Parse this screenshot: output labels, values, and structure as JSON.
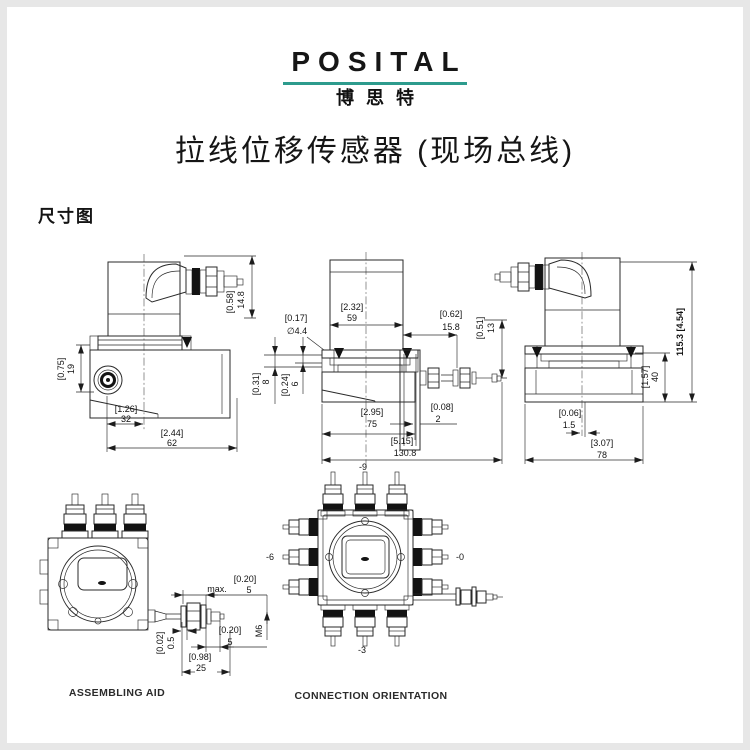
{
  "page": {
    "brand": "POSITAL",
    "brand_cn": "博思特",
    "title": "拉线位移传感器 (现场总线)",
    "section_heading": "尺寸图",
    "accent_color": "#2d9b8d"
  },
  "drawing_left": {
    "dims": {
      "conn_h_in": "[0.58]",
      "conn_h_mm": "14.8",
      "outlet_in": "[0.75]",
      "outlet_mm": "19",
      "inner_w_in": "[1.26]",
      "inner_w_mm": "32",
      "outer_w_in": "[2.44]",
      "outer_w_mm": "62"
    }
  },
  "drawing_middle": {
    "dims": {
      "head_w_in": "[2.32]",
      "head_w_mm": "59",
      "hole_in": "[0.17]",
      "hole_mm": "∅4.4",
      "offset_in": "[0.62]",
      "offset_mm": "15.8",
      "h13_in": "[0.51]",
      "h13_mm": "13",
      "h8_in": "[0.31]",
      "h8_mm": "8",
      "h6_in": "[0.24]",
      "h6_mm": "6",
      "t2_in": "[0.08]",
      "t2_mm": "2",
      "base_w_in": "[2.95]",
      "base_w_mm": "75",
      "total_w_in": "[5.15]",
      "total_w_mm": "130.8"
    }
  },
  "drawing_right": {
    "dims": {
      "total_h": "115.3 [4.54]",
      "base_h_in": "[1.57]",
      "base_h_mm": "40",
      "off_in": "[0.06]",
      "off_mm": "1.5",
      "w_in": "[3.07]",
      "w_mm": "78"
    }
  },
  "drawing_aid": {
    "caption": "ASSEMBLING AID",
    "dims": {
      "max_label": "max.",
      "top_in": "[0.20]",
      "top_mm": "5",
      "mid_in": "[0.20]",
      "mid_mm": "5",
      "thread": "M6",
      "gap_in": "[0.02]",
      "gap_mm": "0.5",
      "len_in": "[0.98]",
      "len_mm": "25"
    }
  },
  "drawing_orient": {
    "caption": "CONNECTION ORIENTATION",
    "pos_top": "-9",
    "pos_left": "-6",
    "pos_right": "-0",
    "pos_bottom": "-3"
  }
}
